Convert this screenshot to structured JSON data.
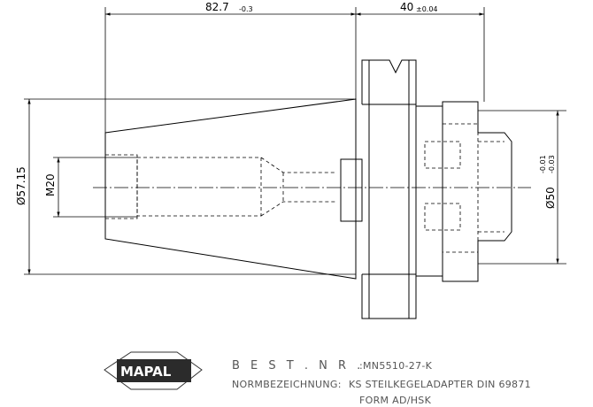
{
  "dimensions": {
    "length_value": "82.7",
    "length_tol": "-0.3",
    "flange_value": "40",
    "flange_tol": "±0.04",
    "diameter_large": "Ø57.15",
    "thread": "M20",
    "diameter_small": "Ø50",
    "diameter_small_tol_upper": "-0.01",
    "diameter_small_tol_lower": "-0.03"
  },
  "title_block": {
    "logo_text": "MAPAL",
    "order_label": "B E S T . N R .",
    "order_value": ":MN5510-27-K",
    "designation_label": "NORMBEZEICHNUNG:",
    "designation_value": "KS STEILKEGELADAPTER DIN 69871",
    "form_value": "FORM AD/HSK"
  }
}
